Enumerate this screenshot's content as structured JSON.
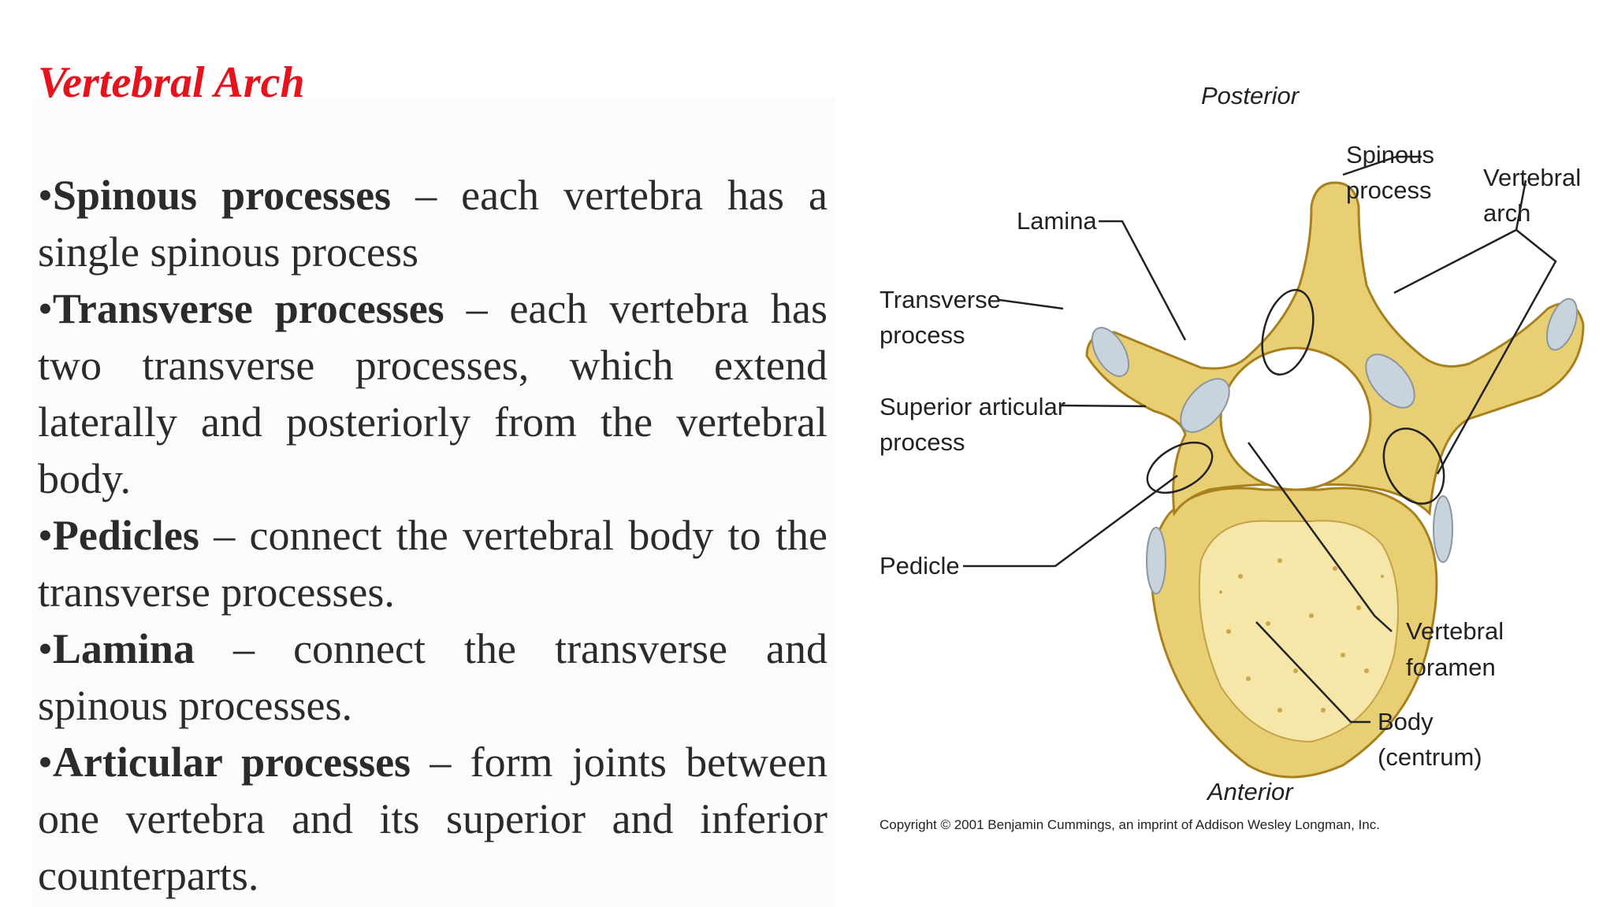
{
  "slide": {
    "title": "Vertebral Arch",
    "bullets": [
      {
        "marker": "•",
        "term": "Spinous processes",
        "text": " – each vertebra has a single spinous process"
      },
      {
        "marker": "•",
        "term": "Transverse processes",
        "text": " – each vertebra has two transverse processes, which extend laterally and posteriorly from the vertebral body."
      },
      {
        "marker": "•",
        "term": "Pedicles",
        "text": " – connect the vertebral body to the transverse processes."
      },
      {
        "marker": "•",
        "term": "Lamina",
        "text": " – connect the transverse and spinous processes."
      },
      {
        "marker": "•",
        "term": "Articular processes",
        "text": " – form joints between one vertebra and its superior and inferior counterparts."
      }
    ]
  },
  "diagram": {
    "orientation": {
      "top": "Posterior",
      "bottom": "Anterior"
    },
    "labels": {
      "spinous_l1": "Spinous",
      "spinous_l2": "process",
      "vertebral_arch_l1": "Vertebral",
      "vertebral_arch_l2": "arch",
      "lamina": "Lamina",
      "transverse_l1": "Transverse",
      "transverse_l2": "process",
      "superior_l1": "Superior articular",
      "superior_l2": "process",
      "pedicle": "Pedicle",
      "foramen_l1": "Vertebral",
      "foramen_l2": "foramen",
      "body_l1": "Body",
      "body_l2": "(centrum)"
    },
    "copyright": "Copyright © 2001 Benjamin Cummings, an imprint of Addison Wesley Longman, Inc.",
    "colors": {
      "bone": "#e9cf74",
      "bone_edge": "#a8811e",
      "cartilage": "#c9d3dc",
      "body_fill": "#f6e7a8"
    }
  }
}
